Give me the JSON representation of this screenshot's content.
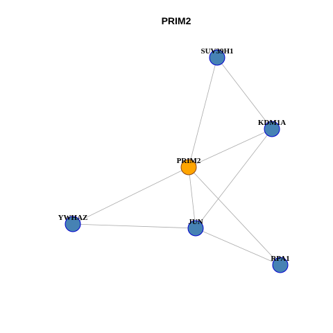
{
  "title": "PRIM2",
  "colors": {
    "center_fill": "#ffa500",
    "center_stroke": "#8b4513",
    "node_fill": "#4682b4",
    "node_stroke": "#0000cd",
    "edge": "#a9a9a9"
  },
  "nodes": [
    {
      "id": "PRIM2",
      "label": "PRIM2",
      "role": "center"
    },
    {
      "id": "SUV39H1",
      "label": "SUV39H1",
      "role": "neighbor"
    },
    {
      "id": "KDM1A",
      "label": "KDM1A",
      "role": "neighbor"
    },
    {
      "id": "YWHAZ",
      "label": "YWHAZ",
      "role": "neighbor"
    },
    {
      "id": "JUN",
      "label": "JUN",
      "role": "neighbor"
    },
    {
      "id": "RPA1",
      "label": "RPA1",
      "role": "neighbor"
    }
  ],
  "edges": [
    [
      "PRIM2",
      "SUV39H1"
    ],
    [
      "SUV39H1",
      "KDM1A"
    ],
    [
      "PRIM2",
      "KDM1A"
    ],
    [
      "KDM1A",
      "JUN"
    ],
    [
      "PRIM2",
      "YWHAZ"
    ],
    [
      "PRIM2",
      "JUN"
    ],
    [
      "PRIM2",
      "RPA1"
    ],
    [
      "YWHAZ",
      "JUN"
    ],
    [
      "JUN",
      "RPA1"
    ]
  ]
}
